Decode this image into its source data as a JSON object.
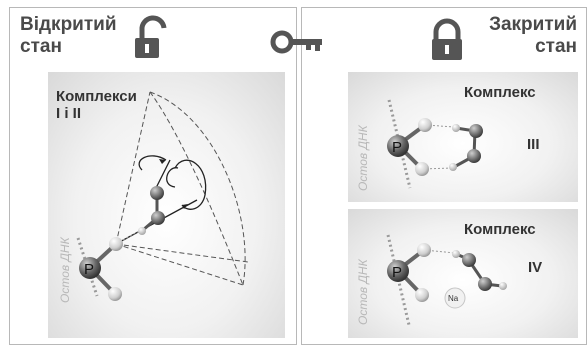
{
  "open_state": {
    "title_line1": "Відкритий",
    "title_line2": "стан",
    "icon": "unlocked-padlock-icon",
    "complex_label_line1": "Комплекси",
    "complex_label_line2": "I і II",
    "dna_label": "Остов ДНК",
    "phosphate_label": "P"
  },
  "key_icon": "key-icon",
  "closed_state": {
    "title_line1": "Закритий",
    "title_line2": "стан",
    "icon": "locked-padlock-icon",
    "complex_iii": {
      "label": "Комплекс",
      "numeral": "III",
      "dna_label": "Остов ДНК",
      "phosphate_label": "P"
    },
    "complex_iv": {
      "label": "Комплекс",
      "numeral": "IV",
      "dna_label": "Остов ДНК",
      "phosphate_label": "P",
      "ion_label": "Na"
    }
  },
  "colors": {
    "title": "#4a4a4a",
    "phosphorus": "#555555",
    "oxygen": "#c8c8c8",
    "dna_dash": "#9a9a9a"
  }
}
